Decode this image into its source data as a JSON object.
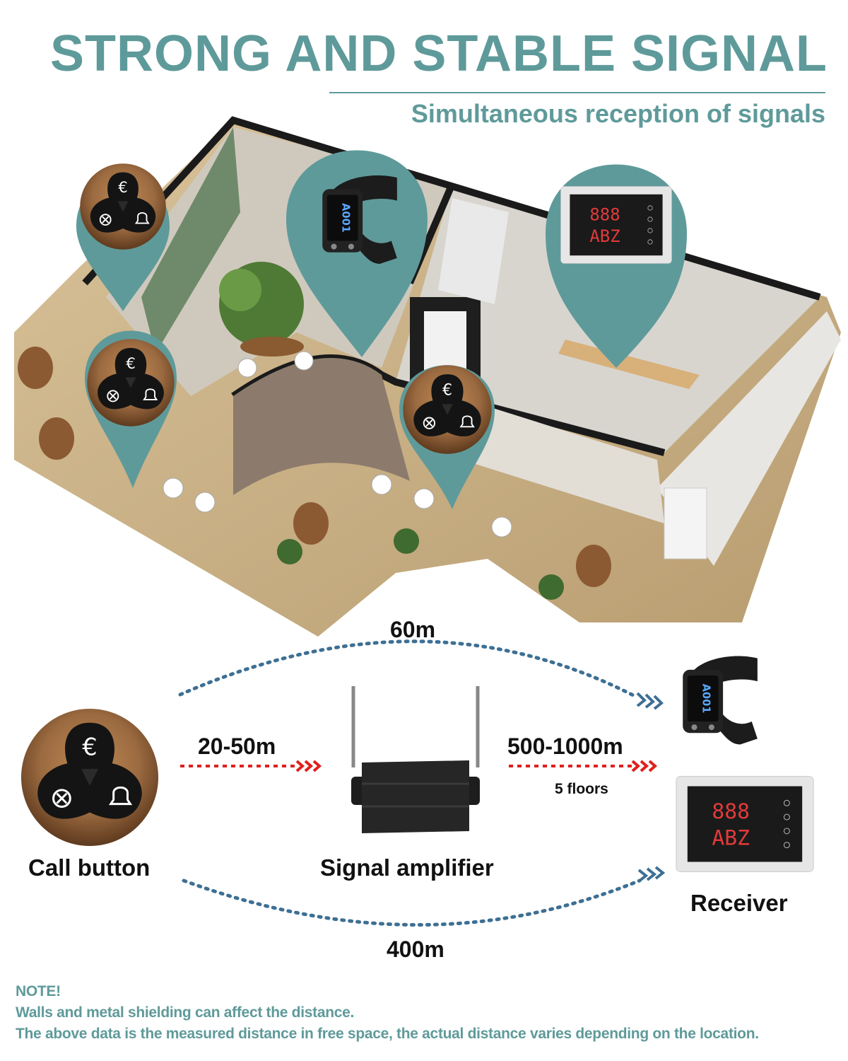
{
  "header": {
    "title": "STRONG AND STABLE SIGNAL",
    "subtitle": "Simultaneous reception of signals"
  },
  "devices": {
    "watch_display": "A001",
    "receiver_digits": "888",
    "receiver_letters": "ABZ"
  },
  "icons": [
    "euro-icon",
    "cancel-icon",
    "bell-icon"
  ],
  "diagram": {
    "distance_watch": "60m",
    "distance_amplifier": "20-50m",
    "distance_long": "500-1000m",
    "floors": "5 floors",
    "distance_receiver": "400m",
    "label_call_button": "Call button",
    "label_amplifier": "Signal amplifier",
    "label_receiver": "Receiver"
  },
  "note": {
    "heading": "NOTE!",
    "line1": "Walls and metal shielding can affect the distance.",
    "line2": "The above data is the measured distance in free space, the actual distance varies depending on the location."
  },
  "colors": {
    "teal": "#5f9a9a",
    "dotted_blue": "#3d6f94",
    "arrow_red": "#e0201c",
    "wood": "#9b6a40"
  }
}
